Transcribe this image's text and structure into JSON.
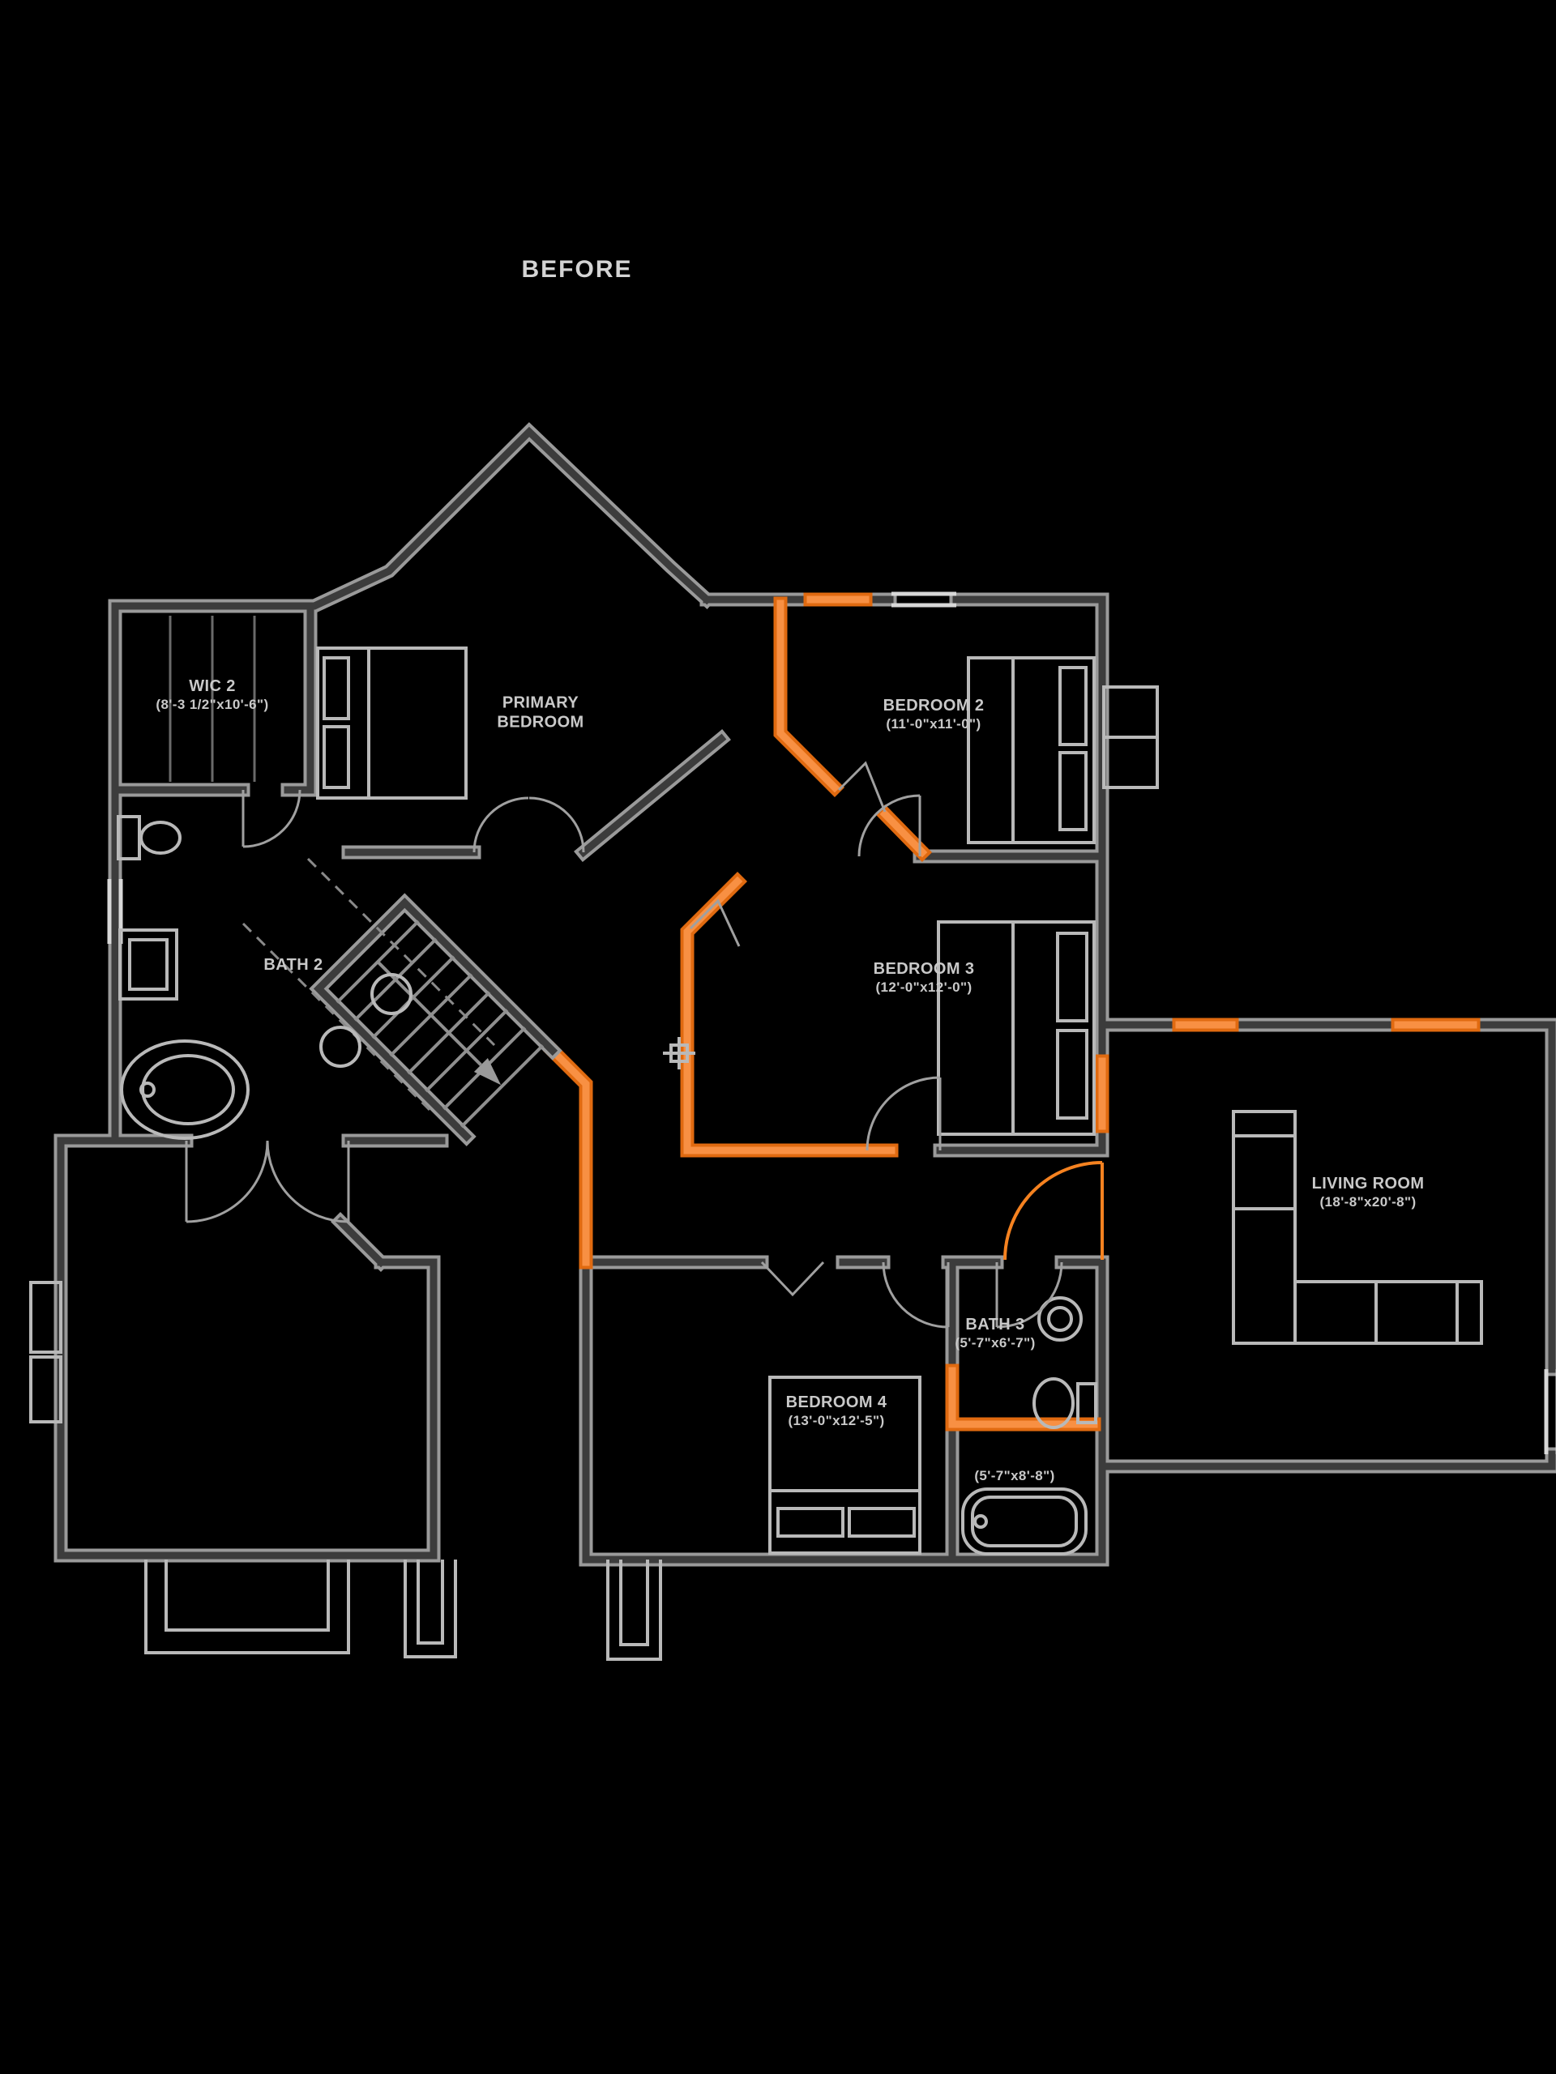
{
  "title": "BEFORE",
  "colors": {
    "background": "#000000",
    "wall_core": "#3c3c3c",
    "wall_edge": "#9a9a9a",
    "accent_highlight_core": "#f89043",
    "accent_highlight_edge": "#e06a10",
    "accent": "#f58220",
    "furniture_line": "#b9b9b9",
    "label_text": "#c9c9c9"
  },
  "rooms": [
    {
      "name": "WIC 2",
      "dims": "(8'-3 1/2\"x10'-6\")"
    },
    {
      "name": "PRIMARY BEDROOM",
      "dims": ""
    },
    {
      "name": "BEDROOM 2",
      "dims": "(11'-0\"x11'-0\")"
    },
    {
      "name": "BATH 2",
      "dims": ""
    },
    {
      "name": "BEDROOM 3",
      "dims": "(12'-0\"x12'-0\")"
    },
    {
      "name": "LIVING ROOM",
      "dims": "(18'-8\"x20'-8\")"
    },
    {
      "name": "BATH 3",
      "dims": "(5'-7\"x6'-7\")"
    },
    {
      "name": "BEDROOM 4",
      "dims": "(13'-0\"x12'-5\")"
    },
    {
      "name": "",
      "dims": "(5'-7\"x8'-8\")"
    }
  ],
  "icons": {
    "stairs-icon": "diagonal flight with treads and direction arrow",
    "bed-icon": "rectangle with pillows",
    "bathtub-icon": "oval / rounded-rect tub",
    "shower-icon": "square stall",
    "toilet-icon": "oval bowl with tank",
    "sink-icon": "circular basin",
    "sofa-icon": "L-shaped sectional",
    "door-swing-icon": "quarter-circle arc",
    "window-icon": "double parallel lines",
    "crosshair-icon": "plus marker"
  }
}
